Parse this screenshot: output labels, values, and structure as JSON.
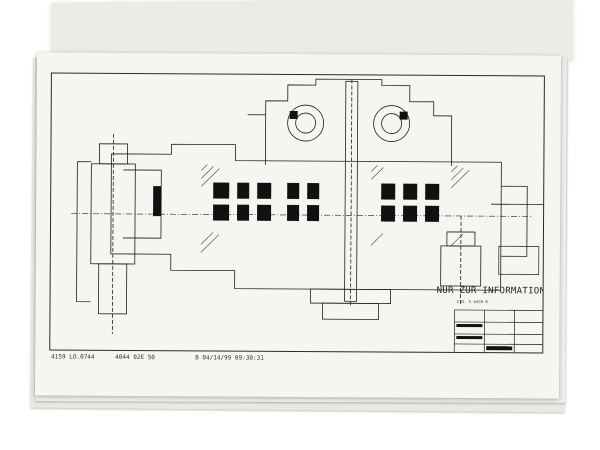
{
  "document": {
    "note": "NUR ZUR INFORMATION",
    "note_sub": "Z.N. 5 4450 B",
    "bottom_codes": [
      "4159 LO.0744",
      "4044 02E 50",
      "B  04/14/99 09:30:31"
    ]
  }
}
